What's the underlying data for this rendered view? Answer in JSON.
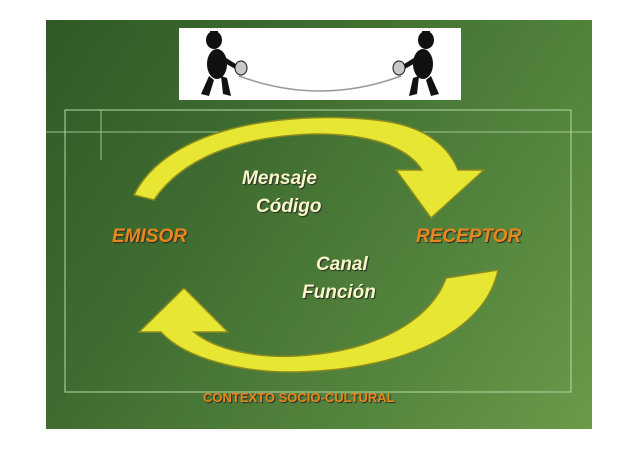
{
  "diagram": {
    "center_top": [
      "Mensaje",
      "Código"
    ],
    "center_bottom": [
      "Canal",
      "Función"
    ],
    "left_label": "EMISOR",
    "right_label": "RECEPTOR",
    "context_label": "CONTEXTO SOCIO-CULTURAL"
  },
  "colors": {
    "background": "#3f6d30",
    "arrow_fill": "#e6e633",
    "arrow_stroke": "#8a8a1e",
    "center_text": "#f7f7c8",
    "accent_text": "#e9861c"
  },
  "icons": [
    "communication-figures-image",
    "curved-arrow-top-icon",
    "curved-arrow-bottom-icon"
  ]
}
